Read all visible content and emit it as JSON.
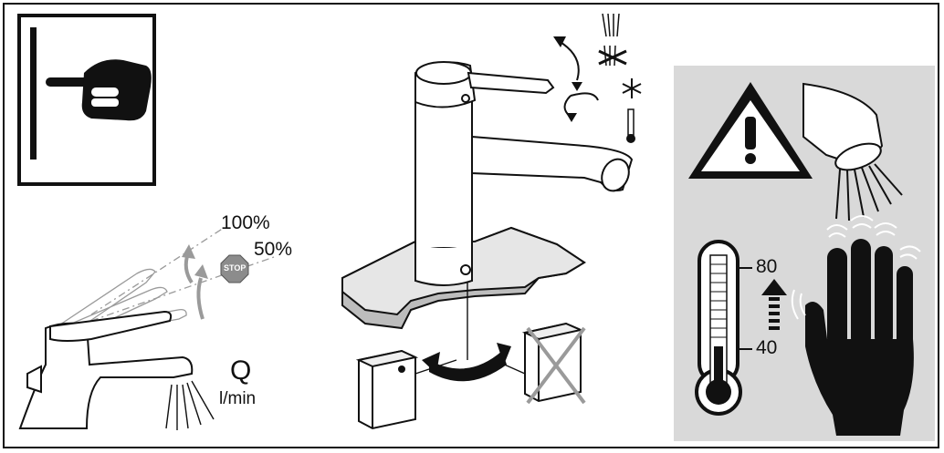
{
  "lever_positions": {
    "full": "100%",
    "eco": "50%",
    "stop_sign": "STOP"
  },
  "flow": {
    "symbol": "Q",
    "unit": "l/min"
  },
  "thermometer": {
    "upper": "80",
    "lower": "40"
  },
  "icons": [
    "pointing-hand-icon",
    "warning-triangle-icon",
    "snowflake-icon",
    "thermometer-icon",
    "hand-icon",
    "stop-sign-icon"
  ],
  "colors": {
    "line": "#111111",
    "panel": "#d9d9d9",
    "faint": "#9a9a9a"
  }
}
